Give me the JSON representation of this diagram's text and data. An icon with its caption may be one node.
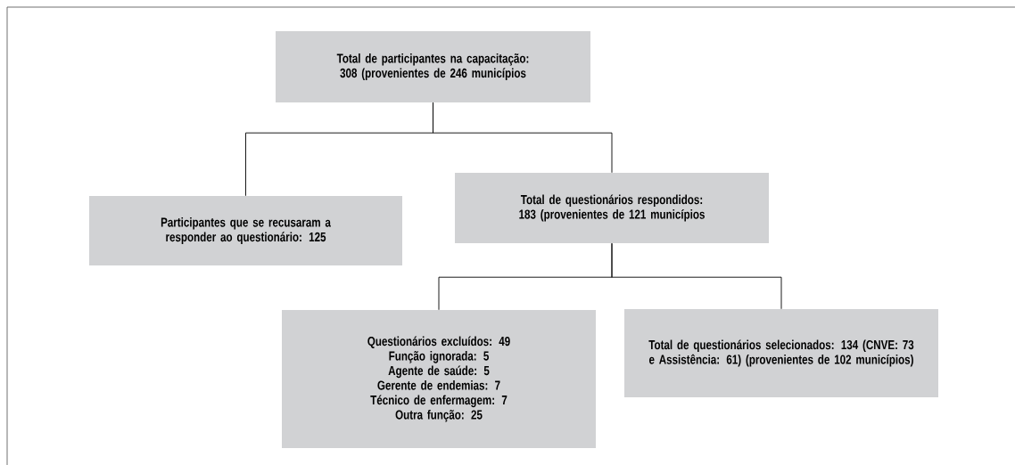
{
  "diagram": {
    "nodes": [
      {
        "text": [
          "Total de participantes na capacitação: 308 (provenientes de 246 municípios"
        ]
      },
      {
        "text": [
          "Participantes que se recusaram a responder ao questionário: 125"
        ]
      },
      {
        "text": [
          "Total de questionários respondidos: 183 (provenientes de 121 municípios"
        ]
      },
      {
        "text": [
          "Questionários excluídos: 49",
          "Função ignorada: 5",
          "Agente de saúde: 5",
          "Gerente de endemias: 7",
          "Técnico de enfermagem: 7",
          "Outra função: 25"
        ]
      },
      {
        "text": [
          "Total de questionários selecionados: 134 (CNVE: 73 e Assistência: 61) (provenientes de 102 municípios)"
        ]
      }
    ],
    "edges": [
      {
        "from": 0,
        "to": 1,
        "arrow": "none"
      },
      {
        "from": 0,
        "to": 2,
        "arrow": "none"
      },
      {
        "from": 2,
        "to": 3,
        "arrow": "none"
      },
      {
        "from": 2,
        "to": 4,
        "arrow": "none"
      }
    ]
  }
}
